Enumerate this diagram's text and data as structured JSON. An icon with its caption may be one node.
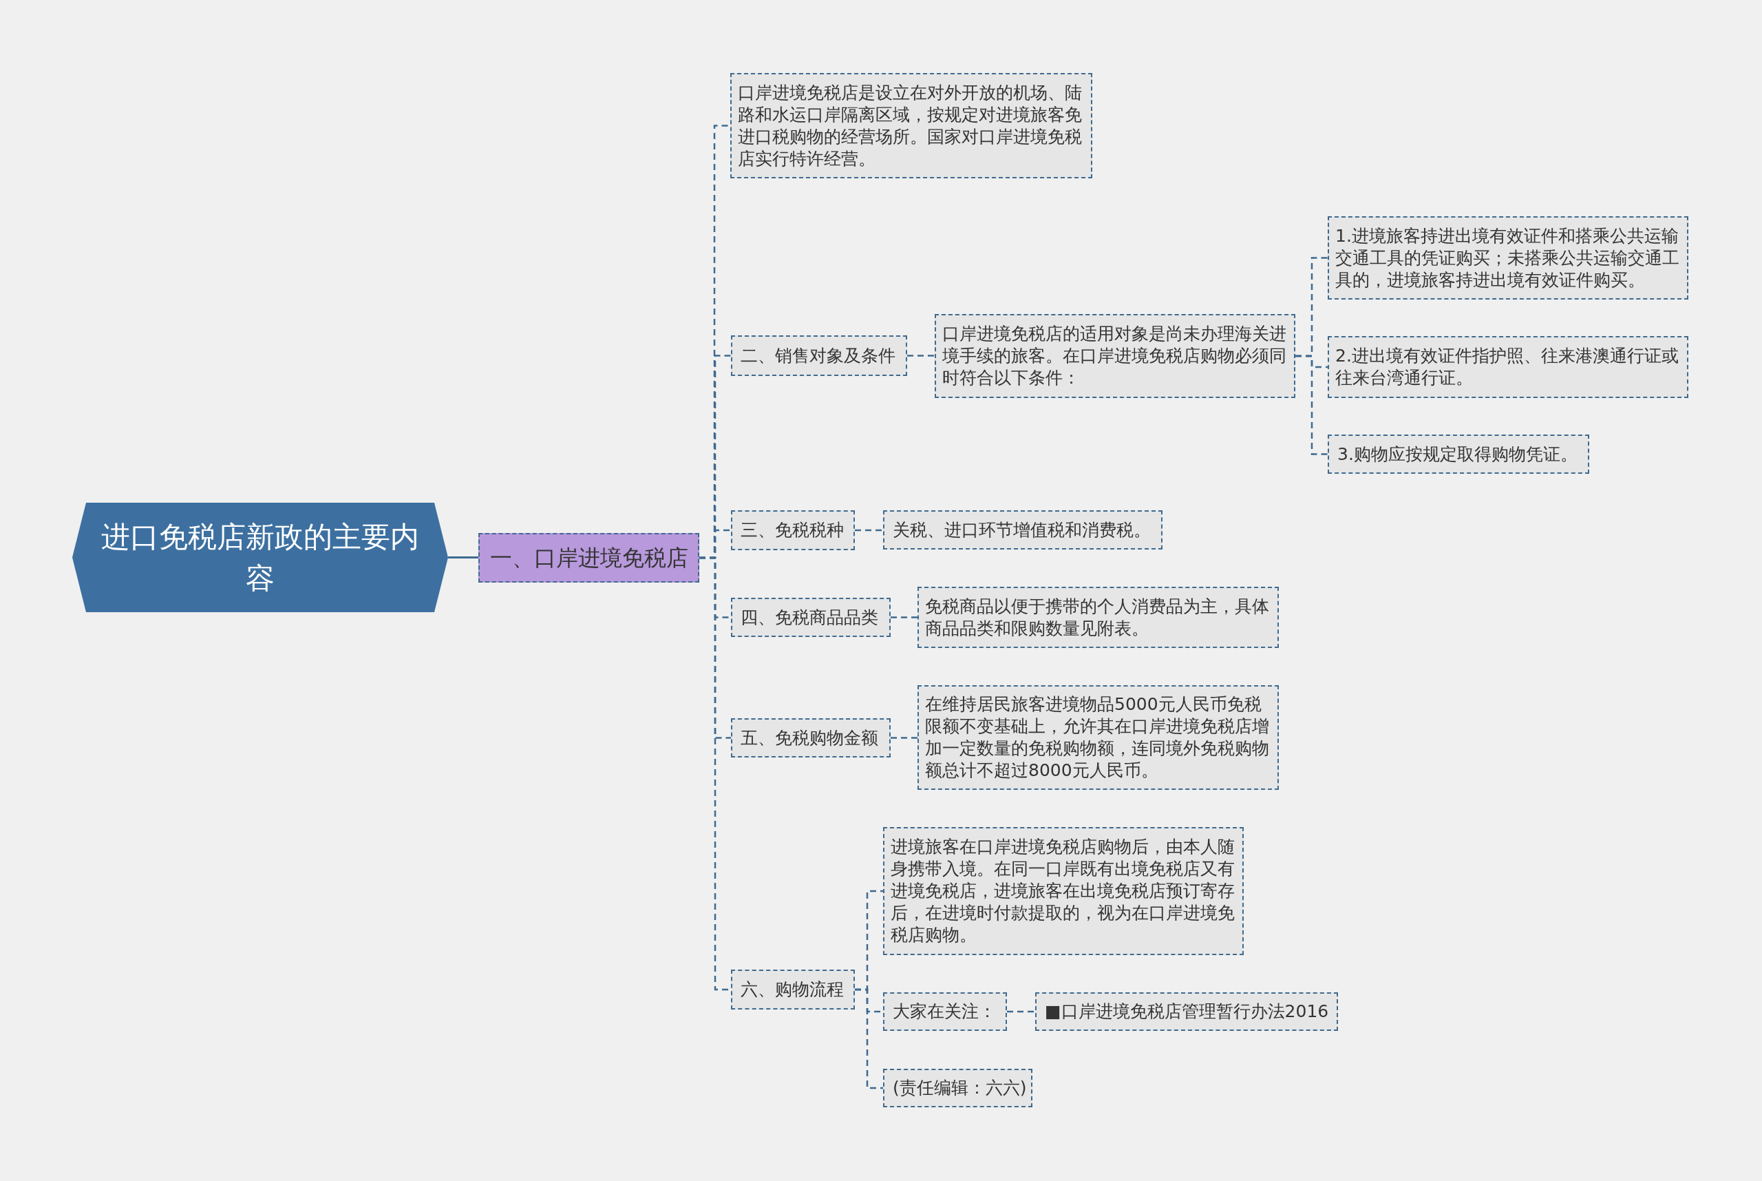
{
  "diagram": {
    "nodes": [
      {
        "text": [
          "进口免税店新政的主要内容"
        ]
      },
      {
        "text": [
          "一、口岸进境免税店"
        ]
      },
      {
        "text": [
          "口岸进境免税店是设立在对外开放的机场、陆路和水运口岸隔离区域，按规定对进境旅客免进口税购物的经营场所。国家对口岸进境免税店实行特许经营。"
        ]
      },
      {
        "text": [
          "二、销售对象及条件"
        ]
      },
      {
        "text": [
          "口岸进境免税店的适用对象是尚未办理海关进境手续的旅客。在口岸进境免税店购物必须同时符合以下条件："
        ]
      },
      {
        "text": [
          "1.进境旅客持进出境有效证件和搭乘公共运输交通工具的凭证购买；未搭乘公共运输交通工具的，进境旅客持进出境有效证件购买。"
        ]
      },
      {
        "text": [
          "2.进出境有效证件指护照、往来港澳通行证或往来台湾通行证。"
        ]
      },
      {
        "text": [
          "3.购物应按规定取得购物凭证。"
        ]
      },
      {
        "text": [
          "三、免税税种"
        ]
      },
      {
        "text": [
          "关税、进口环节增值税和消费税。"
        ]
      },
      {
        "text": [
          "四、免税商品品类"
        ]
      },
      {
        "text": [
          "免税商品以便于携带的个人消费品为主，具体商品品类和限购数量见附表。"
        ]
      },
      {
        "text": [
          "五、免税购物金额"
        ]
      },
      {
        "text": [
          "在维持居民旅客进境物品5000元人民币免税限额不变基础上，允许其在口岸进境免税店增加一定数量的免税购物额，连同境外免税购物额总计不超过8000元人民币。"
        ]
      },
      {
        "text": [
          "六、购物流程"
        ]
      },
      {
        "text": [
          "进境旅客在口岸进境免税店购物后，由本人随身携带入境。在同一口岸既有出境免税店又有进境免税店，进境旅客在出境免税店预订寄存后，在进境时付款提取的，视为在口岸进境免税店购物。"
        ]
      },
      {
        "text": [
          "大家在关注："
        ]
      },
      {
        "text": [
          "■口岸进境免税店管理暂行办法2016"
        ]
      },
      {
        "text": [
          "(责任编辑：六六)"
        ]
      }
    ],
    "edges": [
      {
        "from": 0,
        "to": 1,
        "arrow": "none"
      },
      {
        "from": 1,
        "to": 2,
        "arrow": "none",
        "style": "dashed"
      },
      {
        "from": 1,
        "to": 3,
        "arrow": "none",
        "style": "dashed"
      },
      {
        "from": 3,
        "to": 4,
        "arrow": "none",
        "style": "dashed"
      },
      {
        "from": 4,
        "to": 5,
        "arrow": "none",
        "style": "dashed"
      },
      {
        "from": 4,
        "to": 6,
        "arrow": "none",
        "style": "dashed"
      },
      {
        "from": 4,
        "to": 7,
        "arrow": "none",
        "style": "dashed"
      },
      {
        "from": 1,
        "to": 8,
        "arrow": "none",
        "style": "dashed"
      },
      {
        "from": 8,
        "to": 9,
        "arrow": "none",
        "style": "dashed"
      },
      {
        "from": 1,
        "to": 10,
        "arrow": "none",
        "style": "dashed"
      },
      {
        "from": 10,
        "to": 11,
        "arrow": "none",
        "style": "dashed"
      },
      {
        "from": 1,
        "to": 12,
        "arrow": "none",
        "style": "dashed"
      },
      {
        "from": 12,
        "to": 13,
        "arrow": "none",
        "style": "dashed"
      },
      {
        "from": 1,
        "to": 14,
        "arrow": "none",
        "style": "dashed"
      },
      {
        "from": 14,
        "to": 15,
        "arrow": "none",
        "style": "dashed"
      },
      {
        "from": 14,
        "to": 16,
        "arrow": "none",
        "style": "dashed"
      },
      {
        "from": 16,
        "to": 17,
        "arrow": "none",
        "style": "dashed"
      },
      {
        "from": 14,
        "to": 18,
        "arrow": "none",
        "style": "dashed"
      }
    ]
  }
}
